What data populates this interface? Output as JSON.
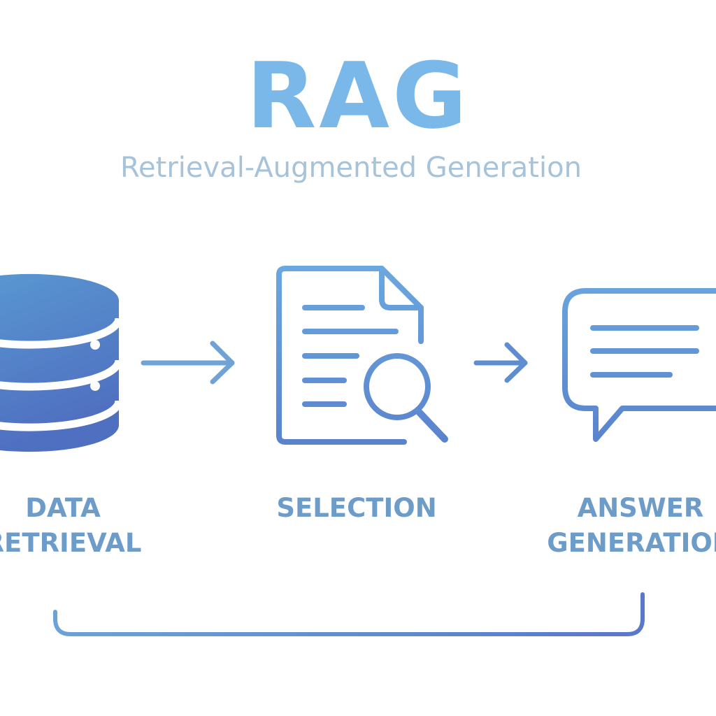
{
  "header": {
    "title": "RAG",
    "subtitle": "Retrieval-Augmented Generation"
  },
  "steps": [
    {
      "line1": "DATA",
      "line2": "RETRIEVAL",
      "icon": "database-icon"
    },
    {
      "line1": "SELECTION",
      "line2": "",
      "icon": "document-search-icon"
    },
    {
      "line1": "ANSWER",
      "line2": "GENERATION",
      "icon": "chat-bubble-icon"
    }
  ],
  "colors": {
    "title": "#7ab8ea",
    "subtitle": "#a7c3da",
    "icon_light": "#5a9bd3",
    "icon_dark": "#4f6fc0",
    "label": "#6d9cc9"
  }
}
